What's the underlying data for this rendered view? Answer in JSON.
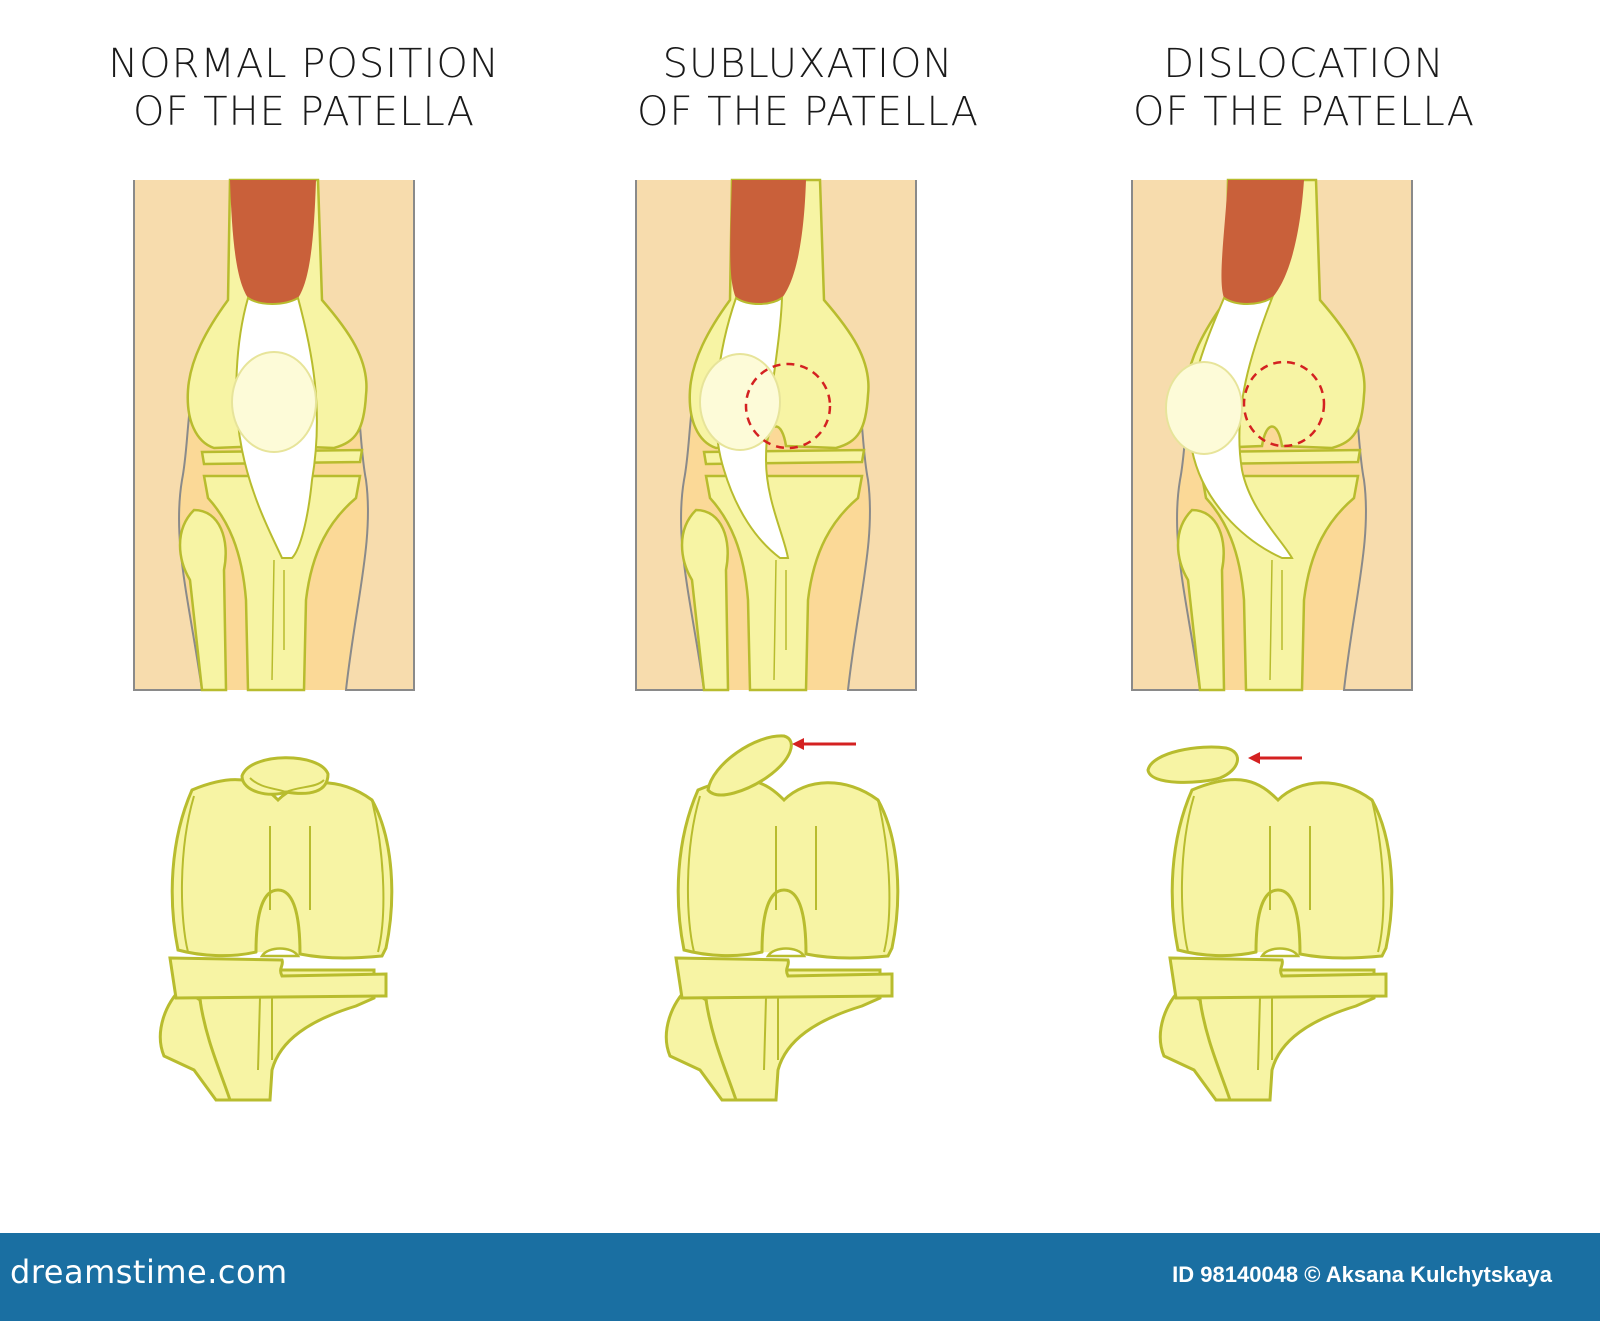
{
  "panels": [
    {
      "title_line1": "NORMAL POSITION",
      "title_line2": "OF THE PATELLA"
    },
    {
      "title_line1": "SUBLUXATION",
      "title_line2": "OF THE PATELLA"
    },
    {
      "title_line1": "DISLOCATION",
      "title_line2": "OF THE PATELLA"
    }
  ],
  "footer": {
    "brand": "dreamstime.com",
    "credit": "ID 98140048 © Aksana Kulchytskaya"
  },
  "colors": {
    "skin": "#fbd997",
    "bone": "#f7f4a4",
    "bone_outline": "#b8bc2e",
    "muscle": "#c9603a",
    "tendon": "#ffffff",
    "patella_overlay": "#fdfbd8",
    "displacement_marker": "#d42121",
    "footer_bar": "#1a6fa2"
  }
}
